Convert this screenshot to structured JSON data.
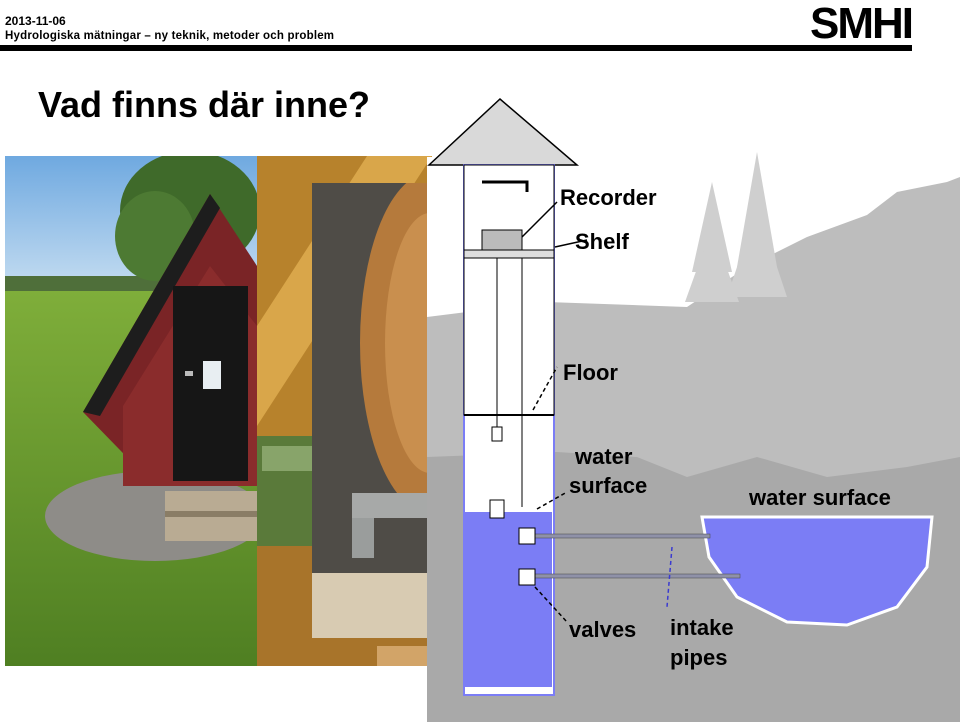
{
  "header": {
    "date": "2013-11-06",
    "subtitle": "Hydrologiska mätningar – ny teknik, metoder och problem",
    "logo_text": "SMHI"
  },
  "slide": {
    "title": "Vad finns där inne?"
  },
  "diagram": {
    "labels": {
      "recorder": "Recorder",
      "shelf": "Shelf",
      "floor": "Floor",
      "water_surface_left_line1": "water",
      "water_surface_left_line2": "surface",
      "water_surface_right": "water surface",
      "valves": "valves",
      "intake_line1": "intake",
      "intake_line2": "pipes"
    }
  },
  "colors": {
    "water": "#7b7df5",
    "ground": "#cfcfcf",
    "hut_wall": "#8a2a2a",
    "accent_bar": "#000000"
  }
}
